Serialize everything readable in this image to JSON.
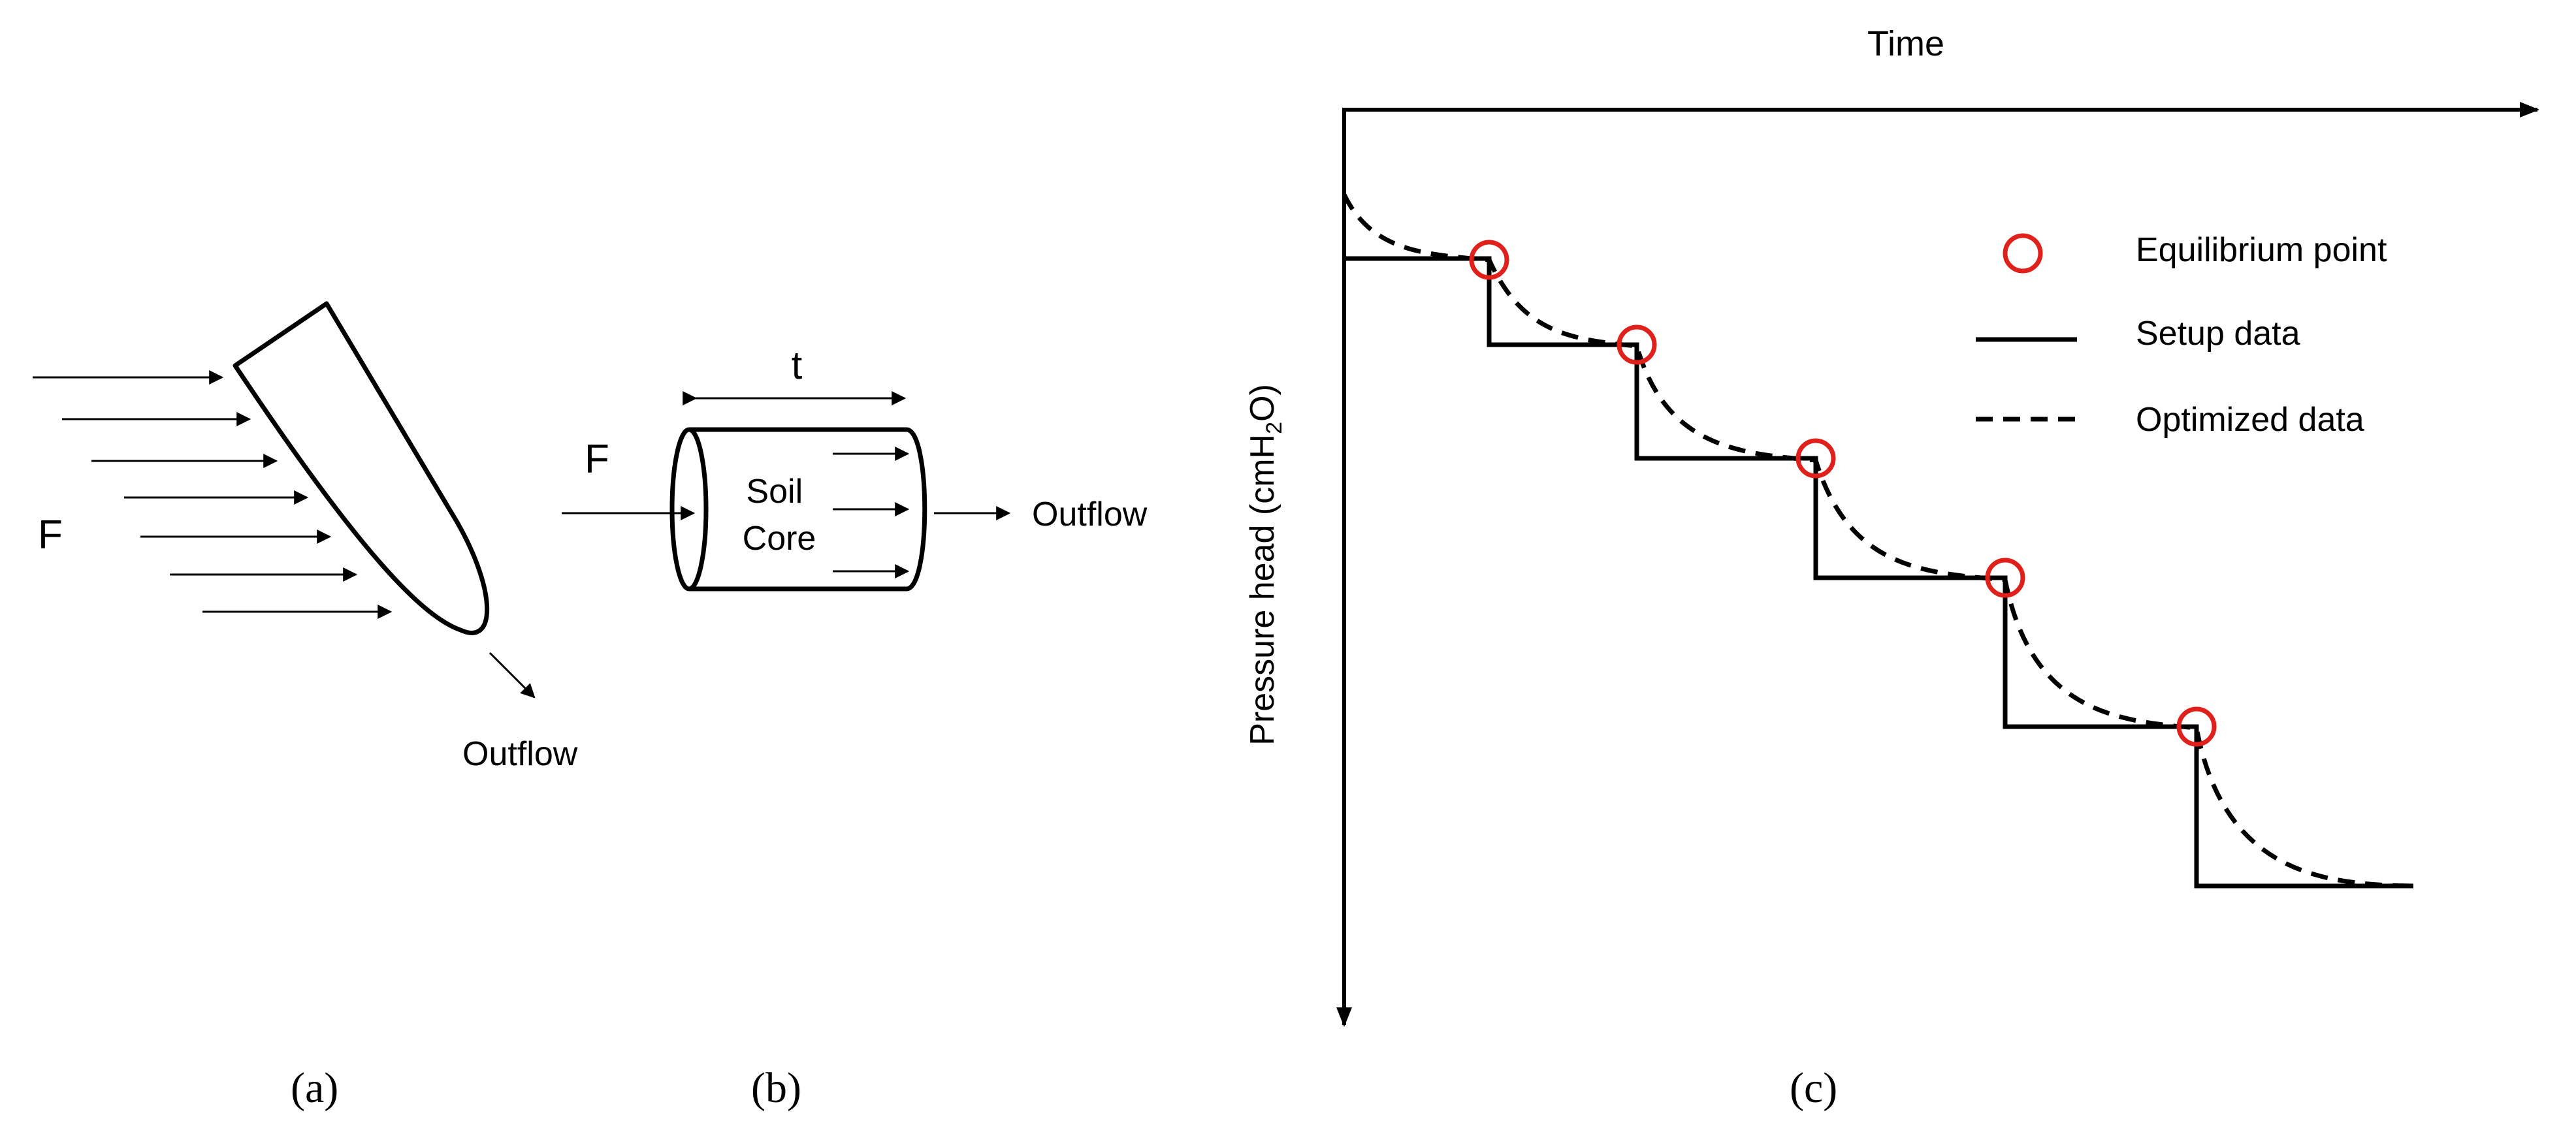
{
  "panel_a": {
    "force_label": "F",
    "outflow_label": "Outflow",
    "caption": "(a)"
  },
  "panel_b": {
    "force_label": "F",
    "thickness_label": "t",
    "core_label_line1": "Soil",
    "core_label_line2": "Core",
    "outflow_label": "Outflow",
    "caption": "(b)"
  },
  "panel_c": {
    "x_axis_label": "Time",
    "y_axis_label_prefix": "Pressure head (cmH",
    "y_axis_label_sub": "2",
    "y_axis_label_suffix": "O)",
    "caption": "(c)",
    "legend": {
      "equilibrium": "Equilibrium point",
      "setup": "Setup data",
      "optimized": "Optimized data"
    },
    "colors": {
      "equilibrium": "#e0201a",
      "line": "#000000"
    },
    "step_count": 5
  }
}
